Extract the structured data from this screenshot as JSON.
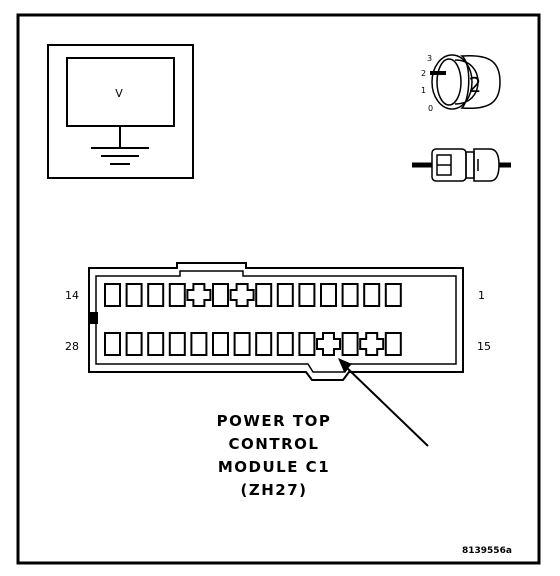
{
  "meter": {
    "symbol": "V"
  },
  "selector": {
    "positions": [
      "3",
      "2",
      "1",
      "0"
    ],
    "selected": "2"
  },
  "connector": {
    "pin_left_top": "14",
    "pin_right_top": "1",
    "pin_left_bottom": "28",
    "pin_right_bottom": "15"
  },
  "callout": {
    "lines": [
      "POWER TOP",
      "CONTROL",
      "MODULE C1",
      "(ZH27)"
    ]
  },
  "figure_code": "8139556a"
}
